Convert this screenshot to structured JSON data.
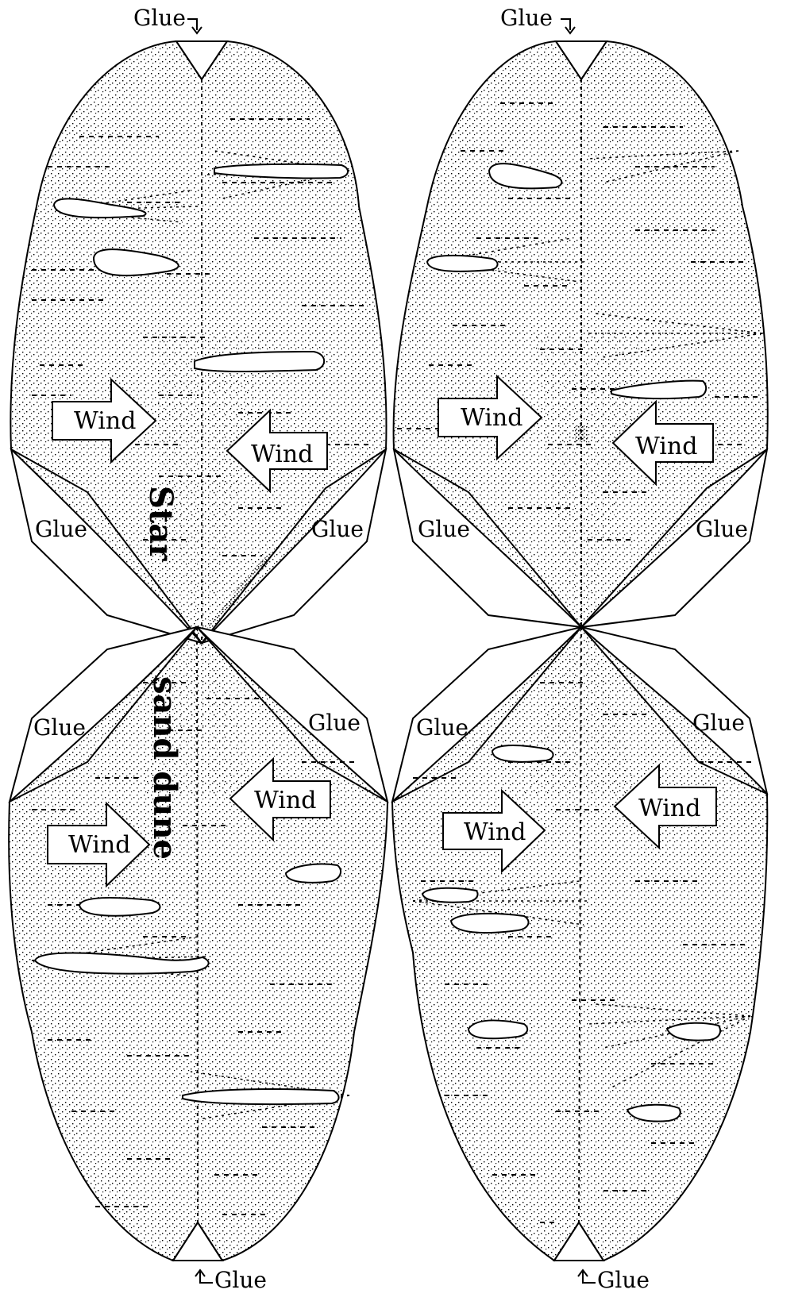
{
  "colors": {
    "ink": "#000000",
    "paper": "#ffffff"
  },
  "labels": {
    "glue": "Glue",
    "wind": "Wind",
    "star": "Star",
    "sand_dune": "sand dune"
  },
  "icons": {
    "glue_arrow_down": "arrow-down-icon",
    "glue_arrow_up": "arrow-up-icon",
    "wind_arrow": "block-arrow-icon"
  }
}
